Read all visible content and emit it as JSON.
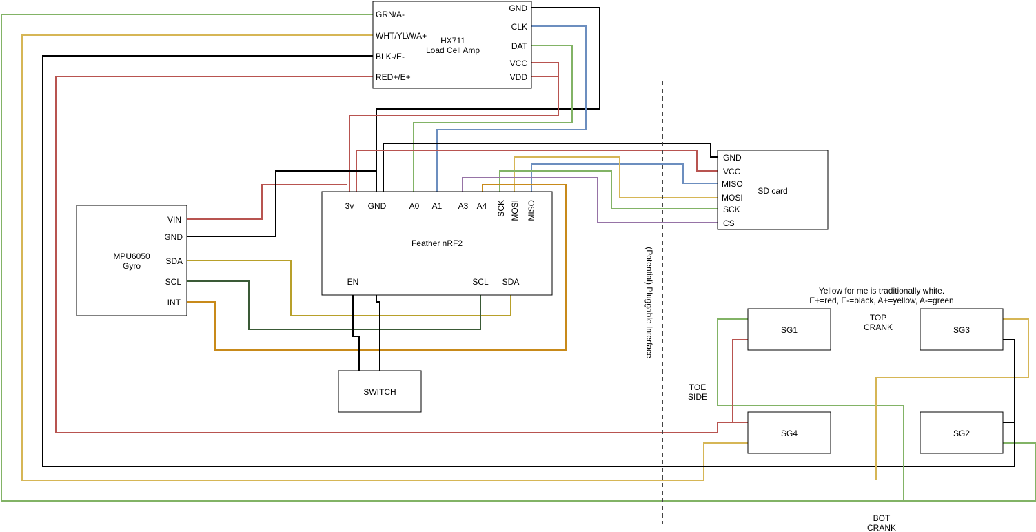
{
  "colors": {
    "red": "#b85450",
    "yellow": "#d6b656",
    "green": "#82b366",
    "blue": "#6c8ebf",
    "purple": "#9673a6",
    "black": "#000000",
    "orange": "#c88a1a",
    "olive": "#b8a02a",
    "darkgreen": "#3a5a36",
    "dashed": "#444444"
  },
  "hx711": {
    "title_line1": "HX711",
    "title_line2": "Load Cell Amp",
    "pins_left": [
      "GRN/A-",
      "WHT/YLW/A+",
      "BLK-/E-",
      "RED+/E+"
    ],
    "pins_right": [
      "GND",
      "CLK",
      "DAT",
      "VCC",
      "VDD"
    ]
  },
  "feather": {
    "title": "Feather nRF2",
    "pins_top": [
      "3v",
      "GND",
      "A0",
      "A1",
      "A3",
      "A4"
    ],
    "pins_top_rotated": [
      "SCK",
      "MOSI",
      "MISO"
    ],
    "pins_bottom": [
      "EN",
      "SCL",
      "SDA"
    ]
  },
  "mpu": {
    "title_line1": "MPU6050",
    "title_line2": "Gyro",
    "pins": [
      "VIN",
      "GND",
      "SDA",
      "SCL",
      "INT"
    ]
  },
  "sdcard": {
    "title": "SD card",
    "pins": [
      "GND",
      "VCC",
      "MISO",
      "MOSI",
      "SCK",
      "CS"
    ]
  },
  "switch": {
    "title": "SWITCH"
  },
  "gauges": {
    "sg1": "SG1",
    "sg2": "SG2",
    "sg3": "SG3",
    "sg4": "SG4"
  },
  "labels": {
    "interface": "(Potential) Pluggable Interface",
    "note_line1": "Yellow for me is traditionally white.",
    "note_line2": "E+=red, E-=black, A+=yellow, A-=green",
    "top_line1": "TOP",
    "top_line2": "CRANK",
    "toe_line1": "TOE",
    "toe_line2": "SIDE",
    "bot_line1": "BOT",
    "bot_line2": "CRANK"
  }
}
